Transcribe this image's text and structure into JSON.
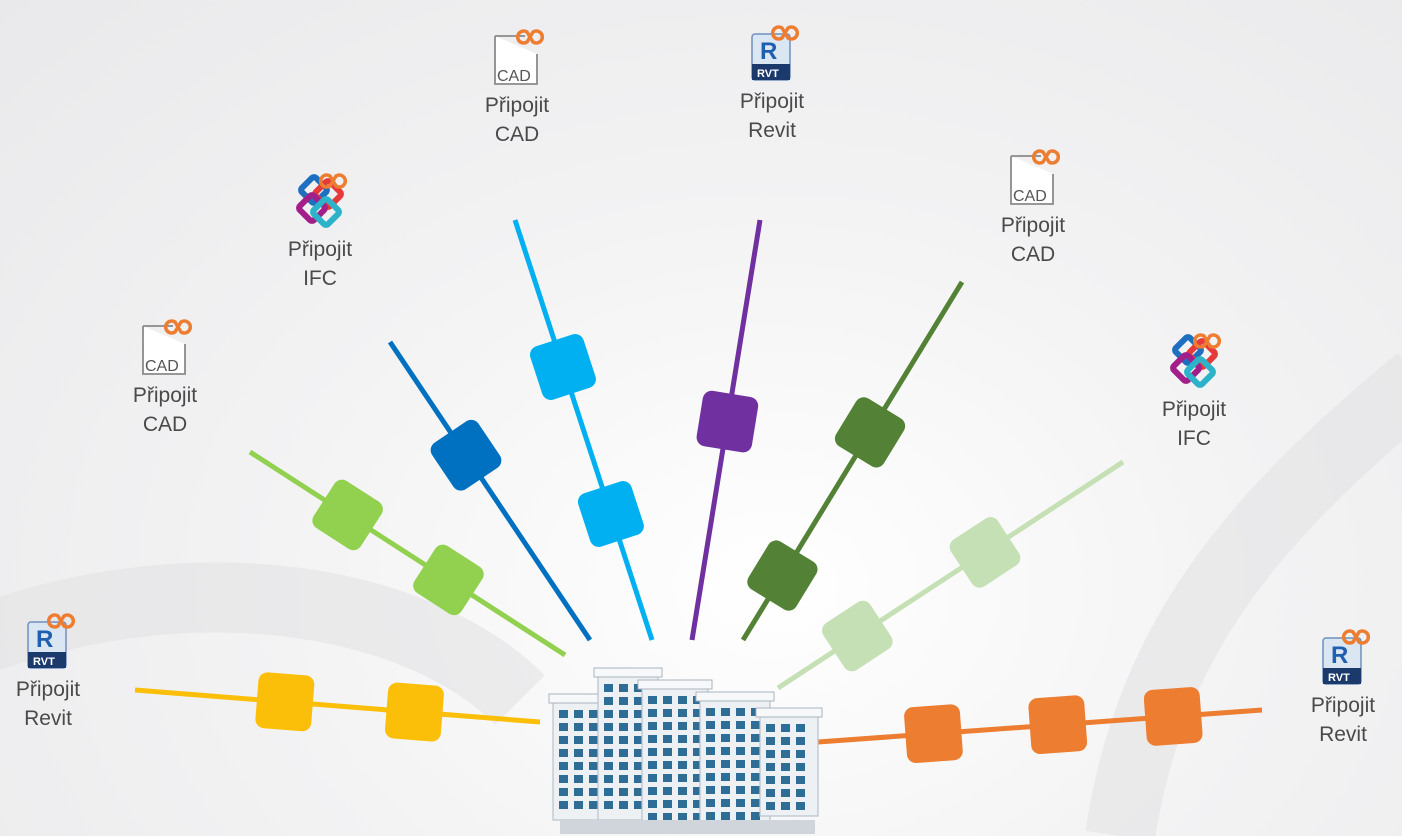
{
  "diagram": {
    "hub": {
      "icon": "building-icon"
    },
    "connections": [
      {
        "id": "revit-left",
        "kind": "revit",
        "icon": "rvt-link-icon",
        "label1": "Připojit",
        "label2": "Revit",
        "color": "#FBBF0A",
        "squares": 2
      },
      {
        "id": "cad-left",
        "kind": "cad",
        "icon": "cad-link-icon",
        "label1": "Připojit",
        "label2": "CAD",
        "color": "#92D050",
        "squares": 2
      },
      {
        "id": "ifc-left",
        "kind": "ifc",
        "icon": "ifc-link-icon",
        "label1": "Připojit",
        "label2": "IFC",
        "color": "#0070C0",
        "squares": 1
      },
      {
        "id": "cad-top",
        "kind": "cad",
        "icon": "cad-link-icon",
        "label1": "Připojit",
        "label2": "CAD",
        "color": "#00B0F0",
        "squares": 2
      },
      {
        "id": "revit-top",
        "kind": "revit",
        "icon": "rvt-link-icon",
        "label1": "Připojit",
        "label2": "Revit",
        "color": "#7030A0",
        "squares": 1
      },
      {
        "id": "cad-right",
        "kind": "cad",
        "icon": "cad-link-icon",
        "label1": "Připojit",
        "label2": "CAD",
        "color": "#538135",
        "squares": 2
      },
      {
        "id": "ifc-right",
        "kind": "ifc",
        "icon": "ifc-link-icon",
        "label1": "Připojit",
        "label2": "IFC",
        "color": "#C5E0B4",
        "squares": 2
      },
      {
        "id": "revit-right",
        "kind": "revit",
        "icon": "rvt-link-icon",
        "label1": "Připojit",
        "label2": "Revit",
        "color": "#ED7D31",
        "squares": 3
      }
    ],
    "cad_text": "CAD",
    "rvt_text": "RVT",
    "r_text": "R",
    "link_color": "#ED7D31",
    "rvt_blue": "#1F5FAF",
    "rvt_dark": "#1B3A6B"
  }
}
